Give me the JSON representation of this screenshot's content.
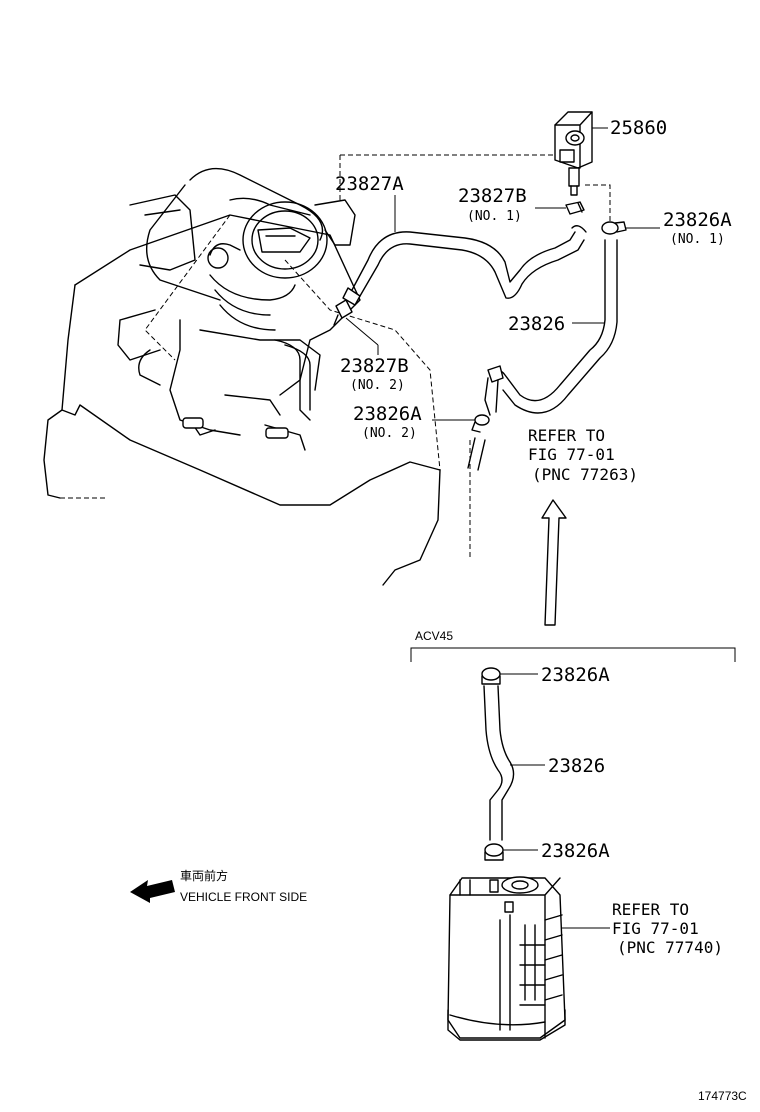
{
  "labels": {
    "p25860": "25860",
    "p23827A": "23827A",
    "p23827B_1": "23827B",
    "p23827B_1_sub": "(NO. 1)",
    "p23826A_1": "23826A",
    "p23826A_1_sub": "(NO. 1)",
    "p23826": "23826",
    "p23827B_2": "23827B",
    "p23827B_2_sub": "(NO. 2)",
    "p23826A_2": "23826A",
    "p23826A_2_sub": "(NO. 2)",
    "p23826A_top": "23826A",
    "p23826_lower": "23826",
    "p23826A_bottom": "23826A"
  },
  "references": {
    "upper": {
      "line1": "REFER TO",
      "line2": "FIG 77-01",
      "line3": "(PNC 77263)"
    },
    "lower": {
      "line1": "REFER TO",
      "line2": "FIG 77-01",
      "line3": "(PNC 77740)"
    }
  },
  "variant_label": "ACV45",
  "front_side": {
    "jp": "車両前方",
    "en": "VEHICLE FRONT SIDE"
  },
  "figure_id": "174773C"
}
